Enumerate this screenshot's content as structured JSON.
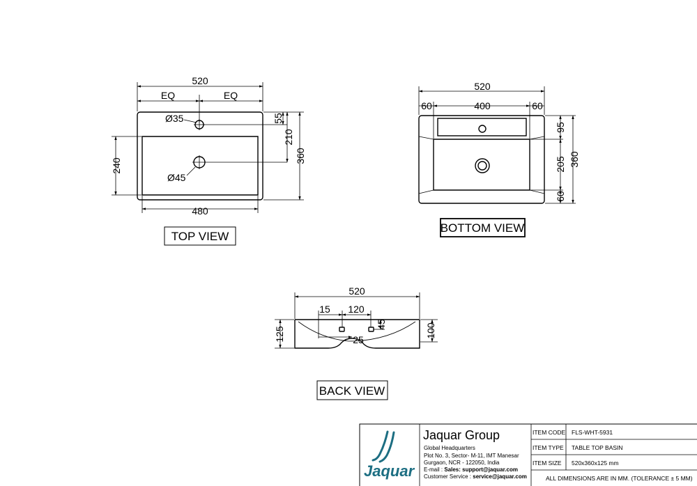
{
  "views": {
    "top": {
      "label": "TOP VIEW",
      "dims": {
        "overall_width": "520",
        "eq_left": "EQ",
        "eq_right": "EQ",
        "tap_hole": "Ø35",
        "waste_hole": "Ø45",
        "tap_offset": "55",
        "waste_offset": "210",
        "overall_depth": "360",
        "bowl_depth": "240",
        "bowl_width": "480"
      }
    },
    "bottom": {
      "label": "BOTTOM VIEW",
      "dims": {
        "overall_width": "520",
        "left_margin": "60",
        "center_width": "400",
        "right_margin": "60",
        "top_band": "95",
        "middle_band": "205",
        "bottom_band": "60",
        "overall_depth": "360"
      }
    },
    "back": {
      "label": "BACK VIEW",
      "dims": {
        "overall_width": "520",
        "offset_15": "15",
        "spacing_120": "120",
        "height_45": "45",
        "dim_25": "25",
        "overall_height": "125",
        "height_100": "100"
      }
    }
  },
  "title_block": {
    "logo_text": "Jaquar",
    "company": "Jaquar Group",
    "hq_label": "Global Headquarters",
    "address_line1": "Plot No. 3, Sector- M-11, IMT Manesar",
    "address_line2": "Gurgaon, NCR - 122050, India",
    "sales_prefix": "E-mail : ",
    "sales_label": "Sales: support@jaquar.com",
    "service_prefix": "Customer Service : ",
    "service_email": "service@jaquar.com",
    "item_code_label": "ITEM CODE",
    "item_code_value": "FLS-WHT-5931",
    "item_type_label": "ITEM TYPE",
    "item_type_value": "TABLE TOP BASIN",
    "item_size_label": "ITEM SIZE",
    "item_size_value": "520x360x125 mm",
    "note": "ALL DIMENSIONS ARE IN MM. (TOLERANCE ± 5 MM)"
  },
  "colors": {
    "line": "#000000",
    "logo": "#1c6e82",
    "background": "#ffffff"
  }
}
